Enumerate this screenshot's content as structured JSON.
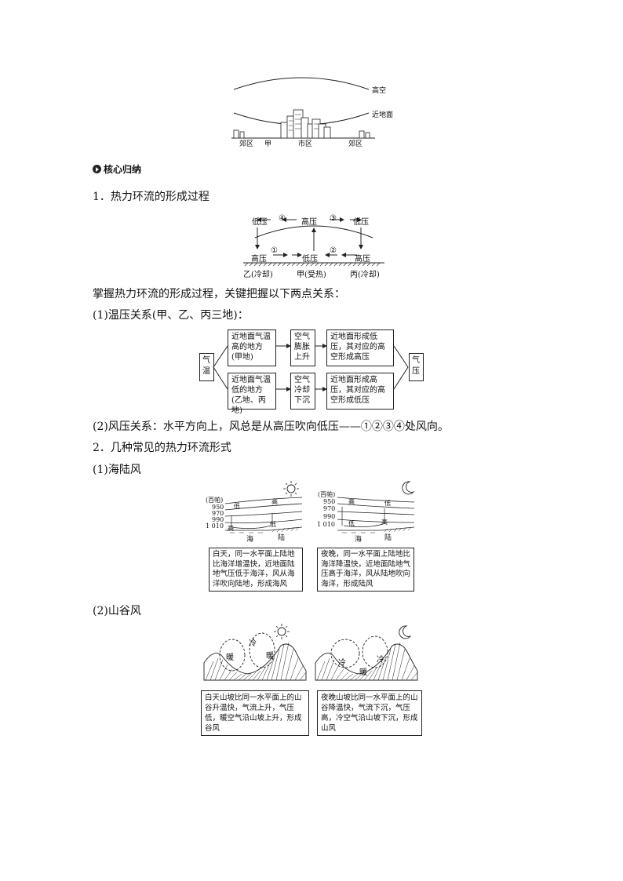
{
  "fig_island": {
    "high_air": "高空",
    "near_ground": "近地面",
    "suburb_left": "郊区",
    "jia": "甲",
    "city": "市区",
    "suburb_right": "郊区"
  },
  "section_heading": "核心归纳",
  "item1_title": "1．热力环流的形成过程",
  "fig_circ": {
    "top_left": "低压",
    "top_mid": "高压",
    "top_right": "低压",
    "c4": "④",
    "c3": "③",
    "c1": "①",
    "c2": "②",
    "bot_left": "高压",
    "bot_mid": "低压",
    "bot_right": "高压",
    "loc_yi": "乙(冷却)",
    "loc_jia": "甲(受热)",
    "loc_bing": "丙(冷却)"
  },
  "para1": "掌握热力环流的形成过程，关键把握以下两点关系：",
  "item_temp": "(1)温压关系(甲、乙、丙三地)：",
  "flow": {
    "left": "气温",
    "right": "气压",
    "top_a": "近地面气温高的地方(甲地)",
    "top_b": "空气膨胀上升",
    "top_c": "近地面形成低压，其对应的高空形成高压",
    "bot_a": "近地面气温低的地方(乙地、丙地)",
    "bot_b": "空气冷却下沉",
    "bot_c": "近地面形成高压，其对应的高空形成低压"
  },
  "item_wind": "(2)风压关系：水平方向上，风总是从高压吹向低压——①②③④处风向。",
  "item2_title": "2．几种常见的热力环流形式",
  "item_sea": "(1)海陆风",
  "sea_fig": {
    "unit": "(百帕)",
    "p950": "950",
    "p970": "970",
    "p990": "990",
    "p1010": "1 010",
    "low": "低",
    "high": "高",
    "sea": "海",
    "land": "陆",
    "day_text": "白天，同一水平面上陆地比海洋增温快，近地面陆地气压低于海洋，风从海洋吹向陆地，形成海风",
    "night_text": "夜晚，同一水平面上陆地比海洋降温快，近地面陆地气压高于海洋，风从陆地吹向海洋，形成陆风"
  },
  "item_valley": "(2)山谷风",
  "valley_fig": {
    "cold": "冷",
    "warm": "暖",
    "day_text": "白天山坡比同一水平面上的山谷升温快，气流上升，气压低，暖空气沿山坡上升，形成谷风",
    "night_text": "夜晚山坡比同一水平面上的山谷降温快，气流下沉，气压高，冷空气沿山坡下沉，形成山风"
  }
}
